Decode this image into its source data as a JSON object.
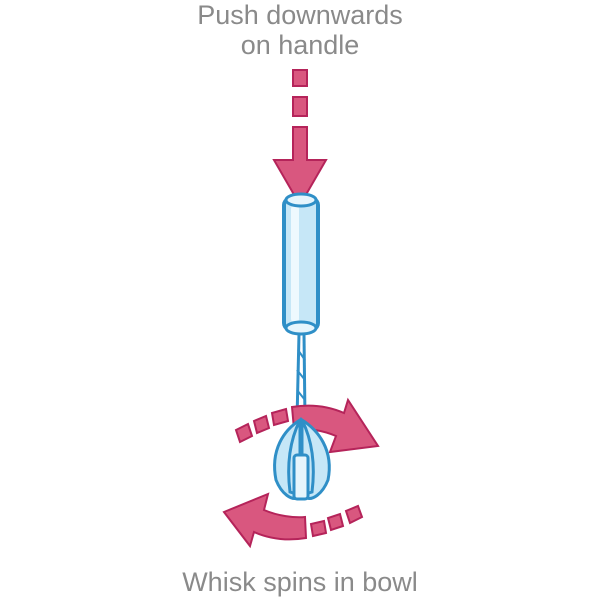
{
  "diagram": {
    "top_caption_line1": "Push downwards",
    "top_caption_line2": "on handle",
    "bottom_caption": "Whisk spins in bowl"
  },
  "colors": {
    "arrow_fill": "#d9577f",
    "arrow_stroke": "#b5245a",
    "handle_fill": "#c6e7f7",
    "handle_highlight": "#eef9fe",
    "handle_stroke": "#2f8fc7",
    "caption_text": "#8a8a8a"
  }
}
